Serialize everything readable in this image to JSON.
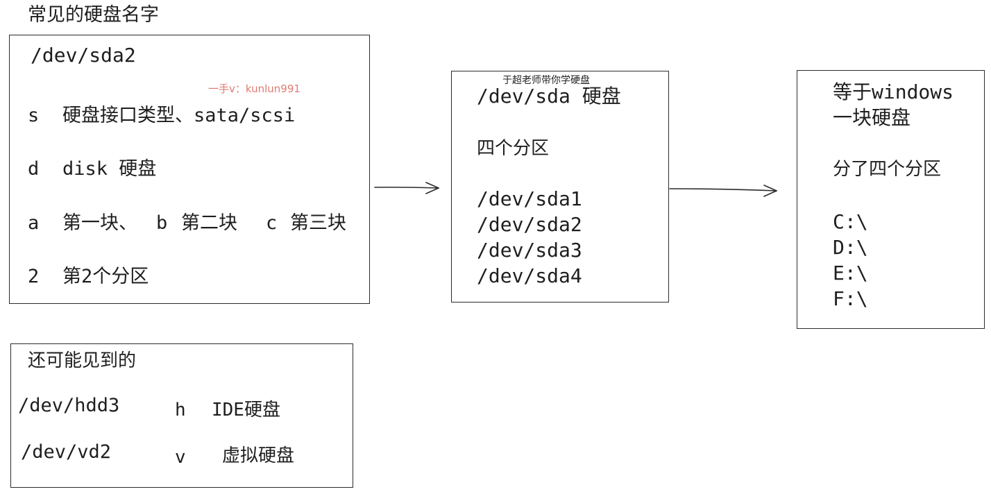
{
  "heading": "常见的硬盘名字",
  "box1": {
    "device": "/dev/sda2",
    "watermark": "一手v：kunlun991",
    "rows": [
      {
        "key": "s",
        "text": "硬盘接口类型、sata/scsi"
      },
      {
        "key": "d",
        "text": "disk 硬盘"
      },
      {
        "key": "a",
        "text": "第一块、"
      },
      {
        "key": "b",
        "text": "第二块"
      },
      {
        "key": "c",
        "text": "第三块"
      },
      {
        "key": "2",
        "text": "第2个分区"
      }
    ]
  },
  "box2": {
    "watermark": "于超老师带你学硬盘",
    "device": "/dev/sda 硬盘",
    "caption": "四个分区",
    "partitions": [
      "/dev/sda1",
      "/dev/sda2",
      "/dev/sda3",
      "/dev/sda4"
    ]
  },
  "box3": {
    "line1": "等于windows",
    "line2": "一块硬盘",
    "caption": "分了四个分区",
    "drives": [
      "C:\\",
      "D:\\",
      "E:\\",
      "F:\\"
    ]
  },
  "box4": {
    "title": "还可能见到的",
    "rows": [
      {
        "device": "/dev/hdd3",
        "key": "h",
        "text": "IDE硬盘"
      },
      {
        "device": "/dev/vd2",
        "key": "v",
        "text": "虚拟硬盘"
      }
    ]
  }
}
